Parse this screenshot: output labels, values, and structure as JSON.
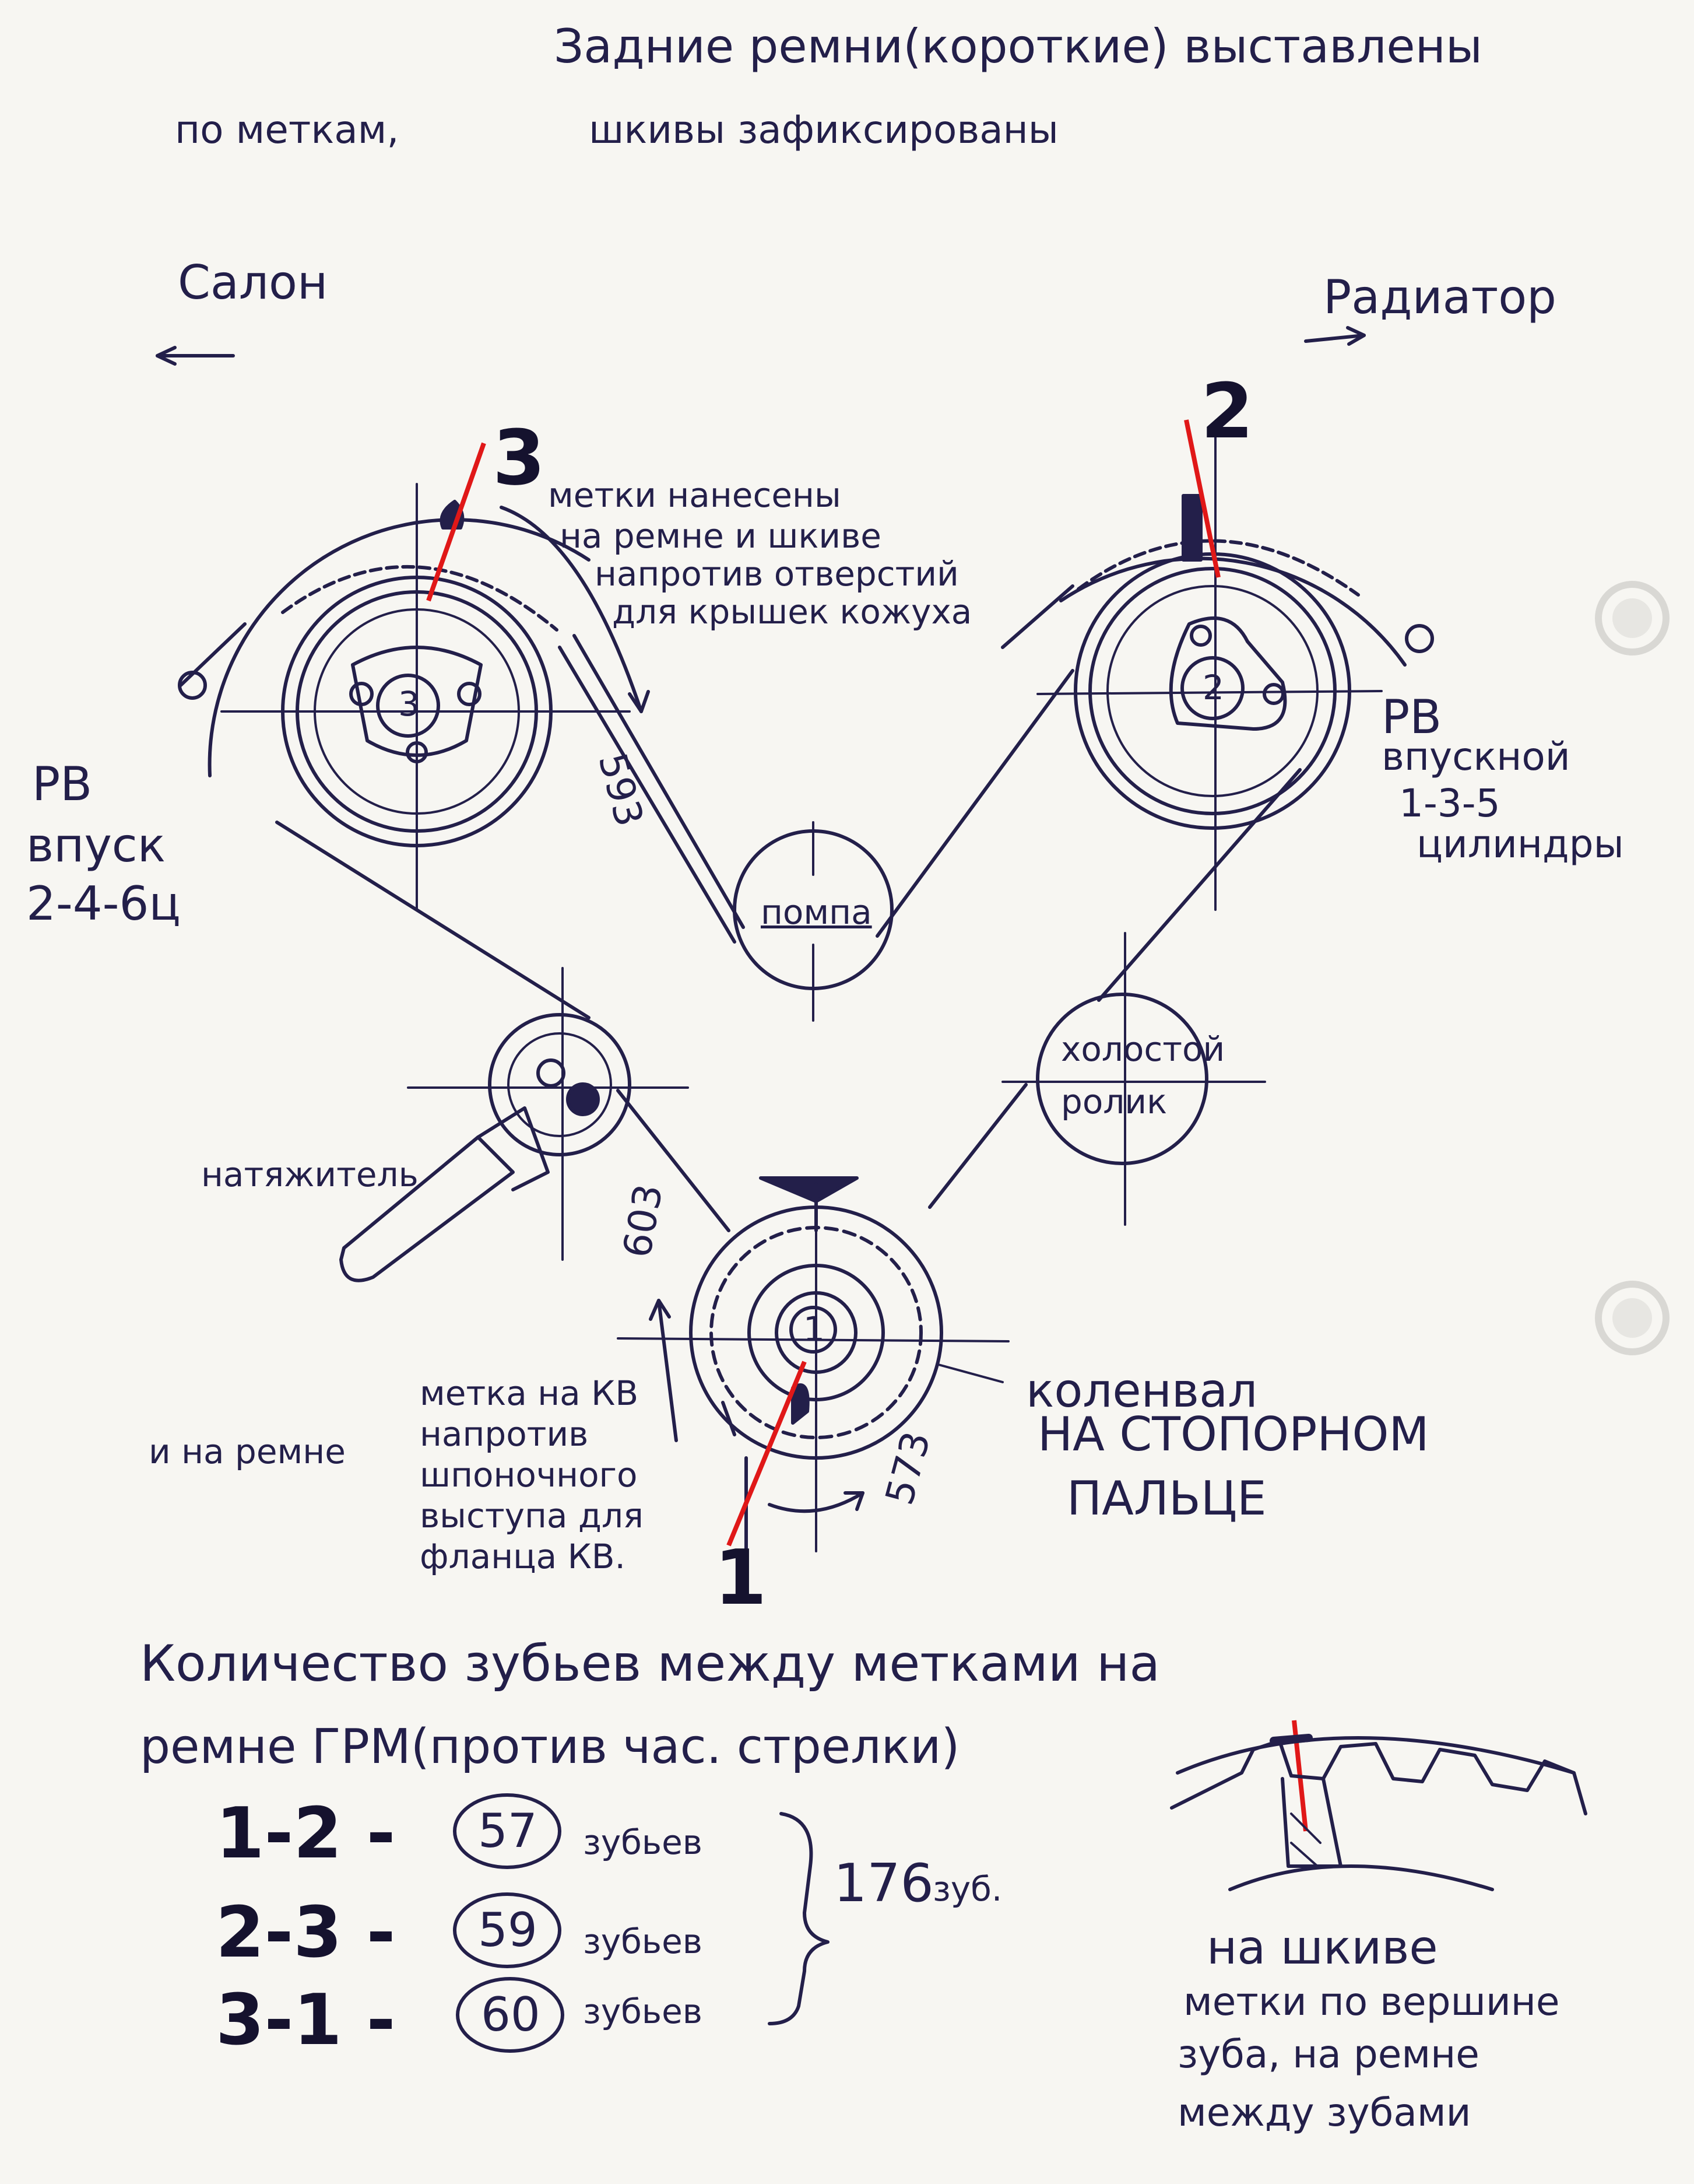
{
  "header": {
    "line1": "Задние ремни(короткие) выставлены",
    "line2_left": "по меткам,",
    "line2_right": "шкивы зафиксированы"
  },
  "directions": {
    "left": "Салон",
    "right": "Радиатор"
  },
  "pulleys": {
    "cam_left": {
      "mark_number": "3",
      "center_label": "3",
      "side_label": [
        "РВ",
        "впуск",
        "2-4-6ц"
      ]
    },
    "cam_right": {
      "mark_number": "2",
      "center_label": "2",
      "side_label": [
        "РВ",
        "впускной",
        "1-3-5",
        "цилиндры"
      ]
    },
    "crank": {
      "mark_number": "1",
      "center_label": "1",
      "name": "коленвал",
      "note": [
        "НА СТОПОРНОМ",
        "ПАЛЬЦЕ"
      ]
    },
    "pump": {
      "label": "помпа"
    },
    "idler": {
      "label": [
        "холостой",
        "ролик"
      ]
    },
    "tensioner": {
      "label": "натяжитель"
    }
  },
  "annotations": {
    "belt_marks": [
      "метки нанесены",
      "на ремне и шкиве",
      "напротив отверстий",
      "для крышек кожуха"
    ],
    "crank_mark": [
      "метка на КВ",
      "напротив",
      "шпоночного",
      "выступа для",
      "фланца КВ."
    ],
    "and_on_belt": "и на ремне",
    "code_593": "593",
    "code_603": "603",
    "code_573": "573"
  },
  "teeth_count": {
    "heading_line1": "Количество зубьев между метками на",
    "heading_line2": "ремне ГРМ(против час. стрелки)",
    "rows": [
      {
        "pair": "1-2 -",
        "count": "57",
        "unit": "зубьев"
      },
      {
        "pair": "2-3 -",
        "count": "59",
        "unit": "зубьев"
      },
      {
        "pair": "3-1 -",
        "count": "60",
        "unit": "зубьев"
      }
    ],
    "total": "176",
    "total_unit": "зуб."
  },
  "detail_note": [
    "на шкиве",
    "метки по вершине",
    "зуба, на ремне",
    "между зубами"
  ],
  "colors": {
    "ink": "#231f4a",
    "mark_red": "#e01818",
    "paper": "#f7f6f2"
  }
}
